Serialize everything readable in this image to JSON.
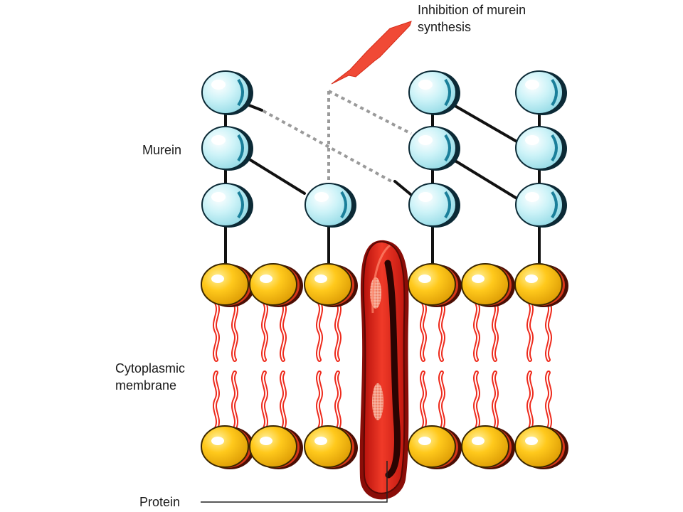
{
  "labels": {
    "inhibition_line1": "Inhibition of murein",
    "inhibition_line2": "synthesis",
    "murein": "Murein",
    "cytoplasmic_line1": "Cytoplasmic",
    "cytoplasmic_line2": "membrane",
    "protein": "Protein"
  },
  "colors": {
    "murein_fill": "#bfeef4",
    "murein_dark": "#0c2a36",
    "lipid_head": "#f0b800",
    "lipid_tail": "#ee2a1c",
    "protein": "#e8271c",
    "arrow": "#f04a36",
    "broken_link": "#9a9a9a"
  }
}
